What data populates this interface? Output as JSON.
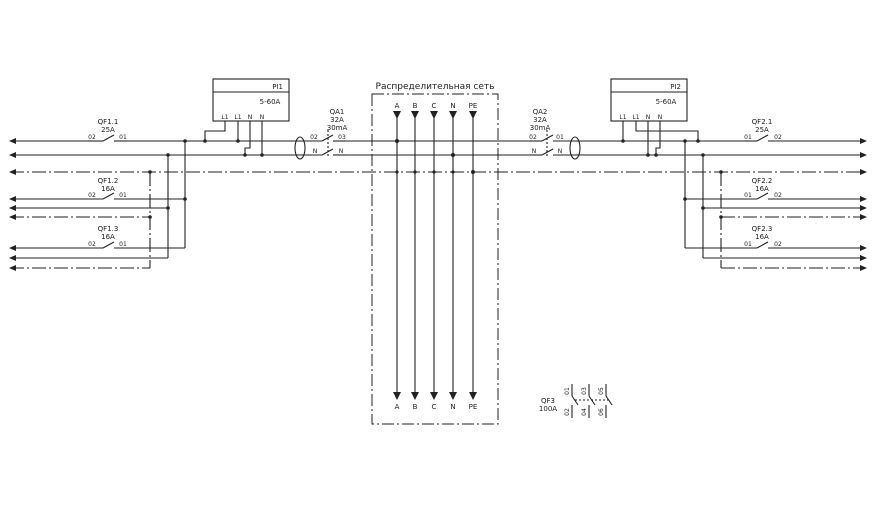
{
  "distribution_network": {
    "title": "Распределительная сеть",
    "buses_top": [
      "A",
      "B",
      "C",
      "N",
      "PE"
    ],
    "buses_bottom": [
      "A",
      "B",
      "C",
      "N",
      "PE"
    ]
  },
  "meters": {
    "left": {
      "name": "PI1",
      "range": "5-60A",
      "terminals": [
        "L1",
        "L1",
        "N",
        "N"
      ]
    },
    "right": {
      "name": "PI2",
      "range": "5-60A",
      "terminals": [
        "L1",
        "L1",
        "N",
        "N"
      ]
    }
  },
  "rcds": {
    "left": {
      "name": "QA1",
      "rating": "32A",
      "sensitivity": "30mA",
      "t_in": "02",
      "t_out": "03",
      "n": "N"
    },
    "right": {
      "name": "QA2",
      "rating": "32A",
      "sensitivity": "30mA",
      "t_in": "02",
      "t_out": "01",
      "n": "N"
    }
  },
  "breakers_left": [
    {
      "name": "QF1.1",
      "rating": "25A",
      "t1": "02",
      "t2": "01"
    },
    {
      "name": "QF1.2",
      "rating": "16A",
      "t1": "02",
      "t2": "01"
    },
    {
      "name": "QF1.3",
      "rating": "16A",
      "t1": "02",
      "t2": "01"
    }
  ],
  "breakers_right": [
    {
      "name": "QF2.1",
      "rating": "25A",
      "t1": "01",
      "t2": "02"
    },
    {
      "name": "QF2.2",
      "rating": "16A",
      "t1": "01",
      "t2": "02"
    },
    {
      "name": "QF2.3",
      "rating": "16A",
      "t1": "01",
      "t2": "02"
    }
  ],
  "main_switch": {
    "name": "QF3",
    "rating": "100A",
    "top_terminals": [
      "01",
      "03",
      "05"
    ],
    "bottom_terminals": [
      "02",
      "04",
      "06"
    ]
  }
}
